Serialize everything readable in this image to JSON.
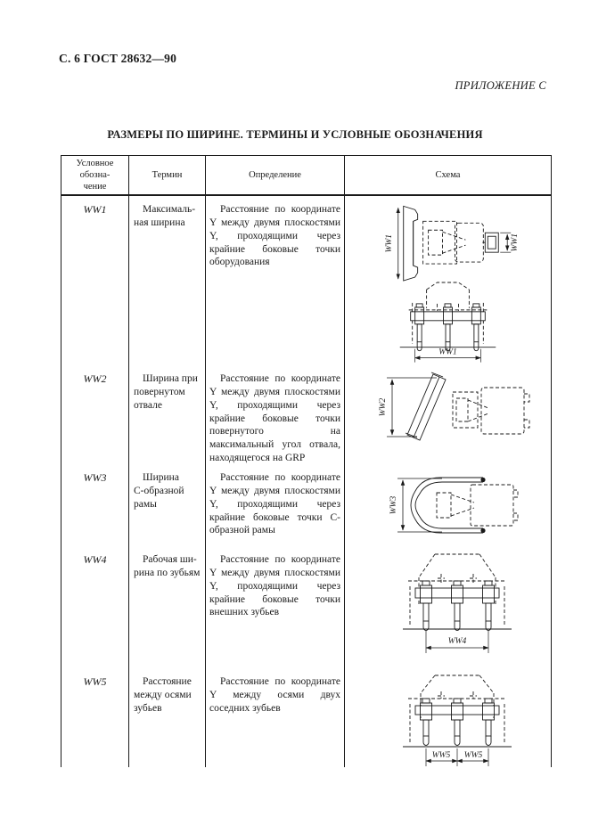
{
  "page": {
    "page_header": "С. 6 ГОСТ 28632—90",
    "appendix": "ПРИЛОЖЕНИЕ С",
    "title": "РАЗМЕРЫ ПО ШИРИНЕ. ТЕРМИНЫ И УСЛОВНЫЕ ОБОЗНАЧЕНИЯ"
  },
  "table": {
    "col_designation": "Условное\nобозна-\nчение",
    "col_term": "Термин",
    "col_definition": "Определение",
    "col_schema": "Схема"
  },
  "rows": [
    {
      "code": "WW1",
      "term": "Максималь-\nная ширина",
      "definition": "Расстояние по координате Y между двумя плоскостями Y, проходящими через крайние боковые точки оборудования"
    },
    {
      "code": "WW2",
      "term": "Ширина при\nповернутом\nотвале",
      "definition": "Расстояние по координате Y между двумя плоскостями Y, проходящими через крайние боковые точки повернутого на максимальный угол отвала, находящегося на GRP"
    },
    {
      "code": "WW3",
      "term": "Ширина\nС-образной\nрамы",
      "definition": "Расстояние по координате Y между двумя плоскостями Y, проходящими через крайние боковые точки С-образной рамы"
    },
    {
      "code": "WW4",
      "term": "Рабочая ши-\nрина по зубьям",
      "definition": "Расстояние по координате Y между двумя плоскостями Y, проходящими через крайние боковые точки внешних зубьев"
    },
    {
      "code": "WW5",
      "term": "Расстояние\nмежду осями\nзубьев",
      "definition": "Расстояние по координате Y между осями двух соседних зубьев"
    }
  ],
  "colors": {
    "ink": "#1a1a1a",
    "paper": "#ffffff"
  }
}
